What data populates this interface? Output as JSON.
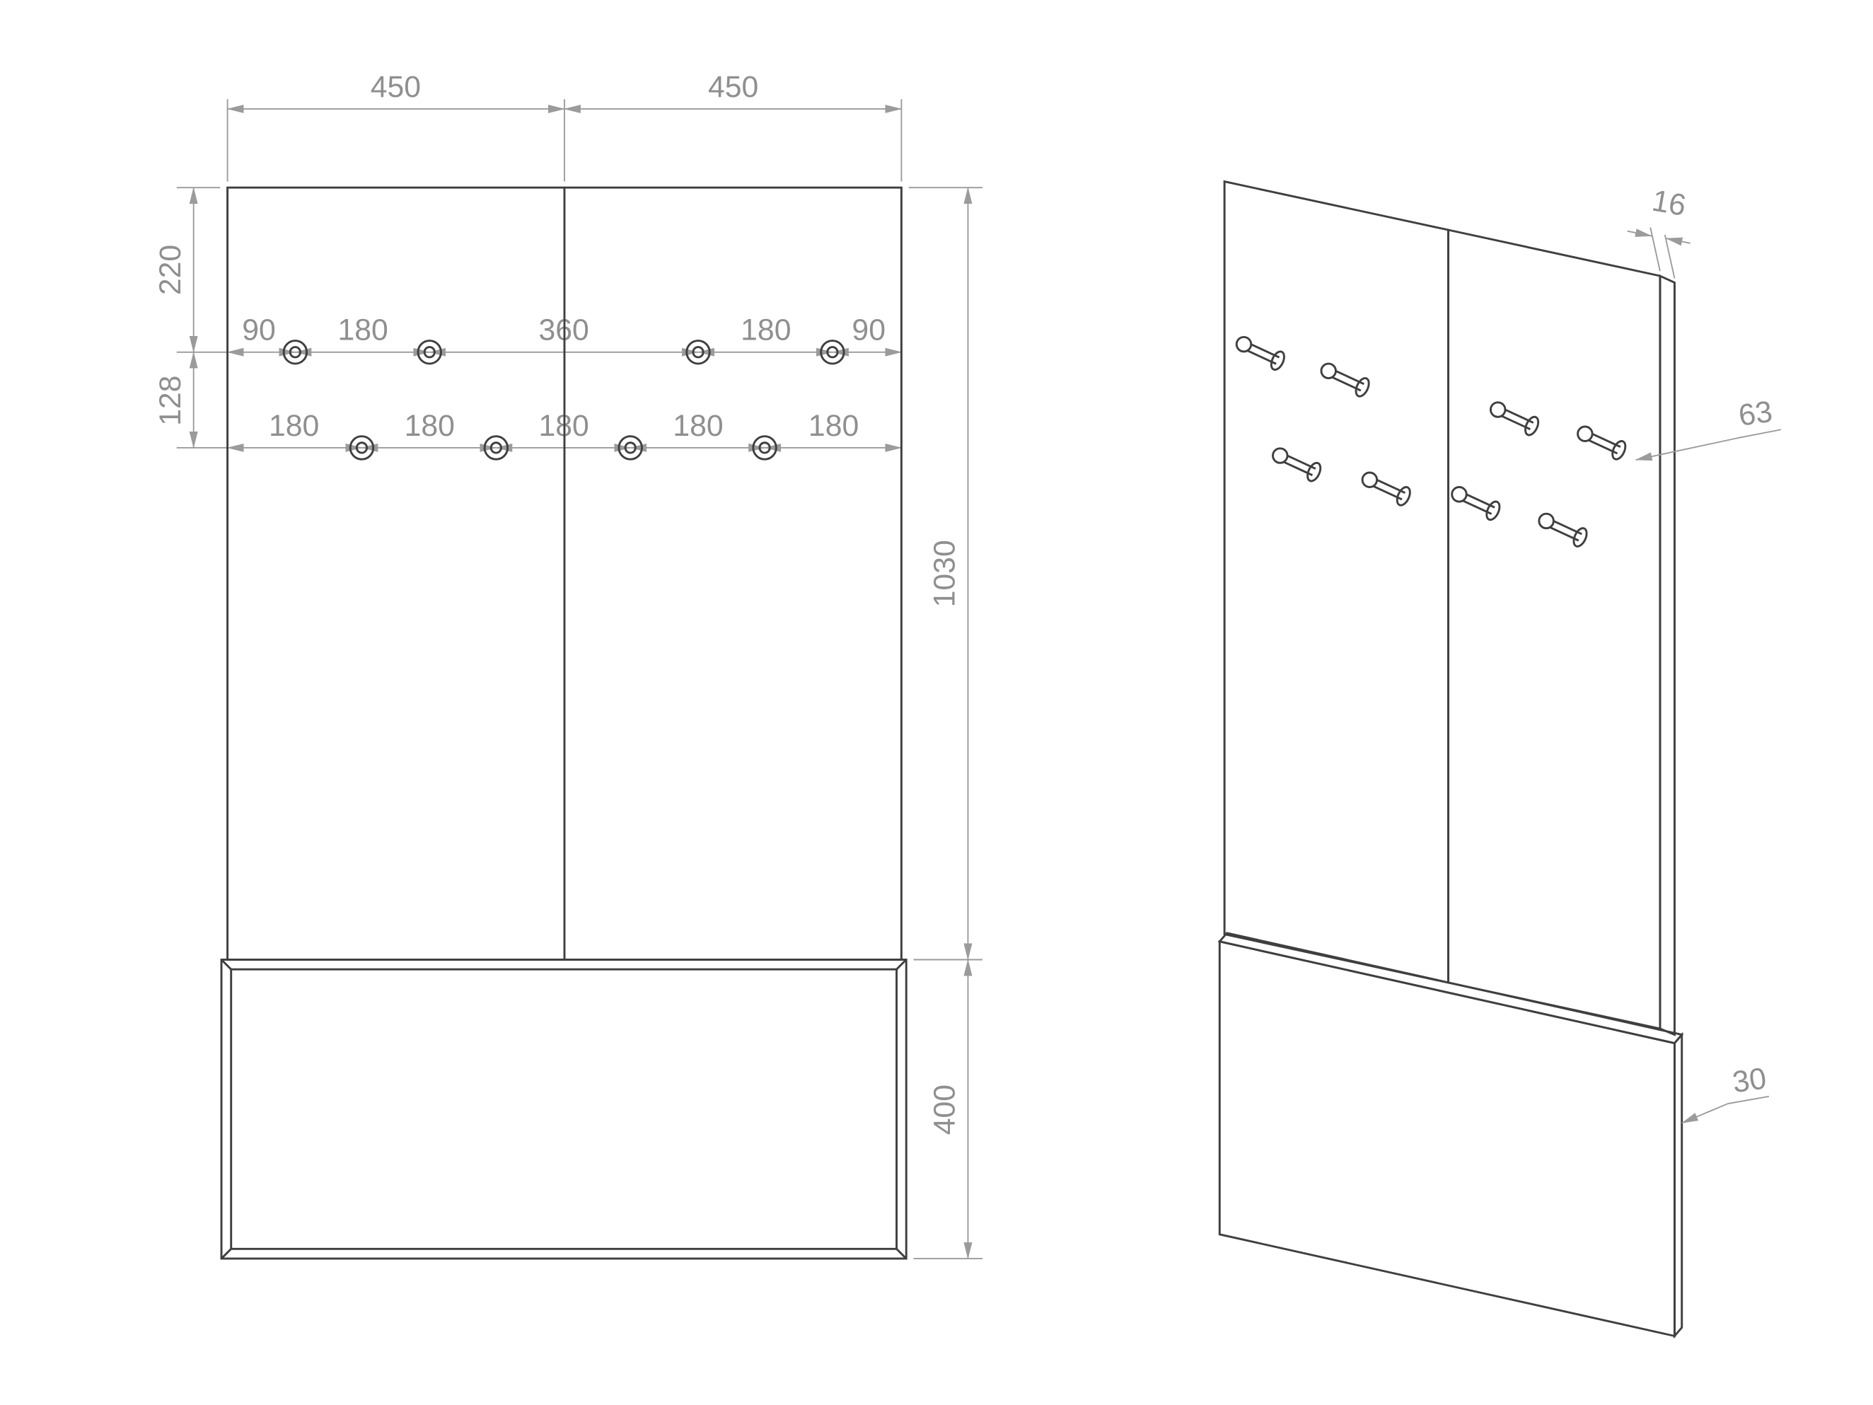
{
  "meta": {
    "drawing_type": "furniture technical drawing",
    "subject": "hallway wardrobe wall panel with hooks, front view and perspective view",
    "units": "mm"
  },
  "colors": {
    "background": "#ffffff",
    "part_line": "#3f3f3f",
    "dimension_line": "#9b9b9b",
    "dimension_text": "#8f8f8f"
  },
  "front_view": {
    "top_widths": [
      "450",
      "450"
    ],
    "left_offsets": [
      "220",
      "128"
    ],
    "hook_row_1": [
      "90",
      "180",
      "360",
      "180",
      "90"
    ],
    "hook_row_2": [
      "180",
      "180",
      "180",
      "180",
      "180"
    ],
    "right_heights": [
      "1030",
      "400"
    ]
  },
  "side_view": {
    "panel_thickness": "16",
    "hook_length": "63",
    "bottom_panel_thickness": "30"
  }
}
